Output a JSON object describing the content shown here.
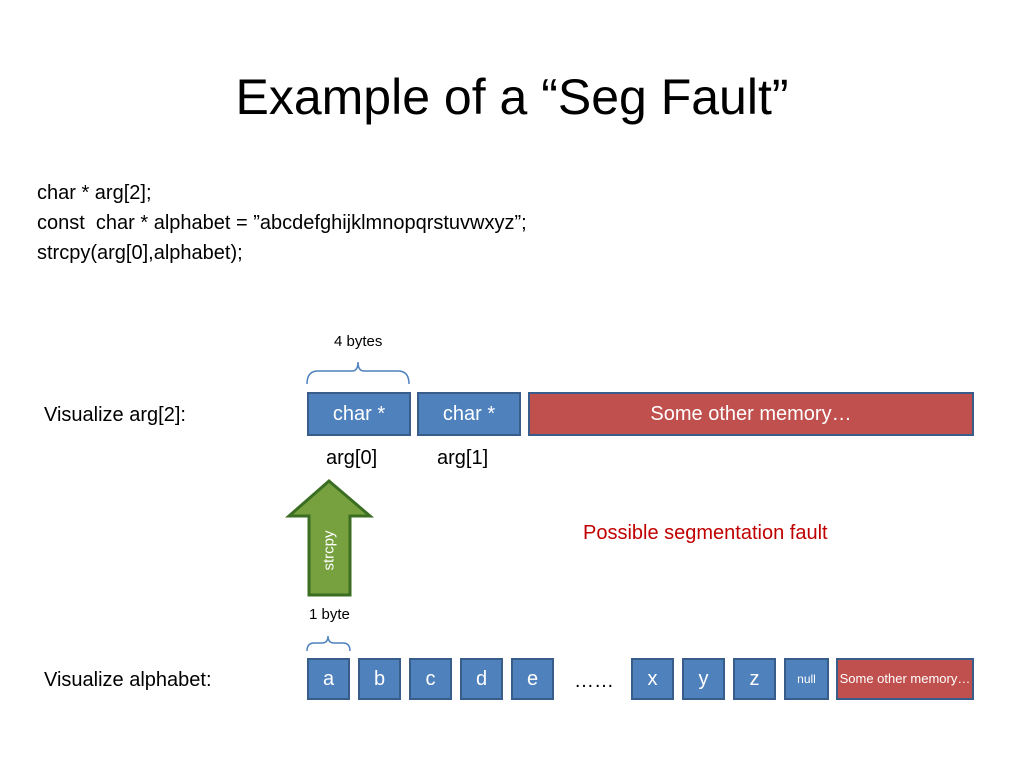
{
  "slide": {
    "title": "Example of a “Seg Fault”"
  },
  "code": {
    "lines": [
      "char * arg[2];",
      "const  char * alphabet = ”abcdefghijklmnopqrstuvwxyz”;",
      "strcpy(arg[0],alphabet);"
    ]
  },
  "arg_visual": {
    "label": "Visualize arg[2]:",
    "brace_label": "4 bytes",
    "cells": [
      "char *",
      "char *"
    ],
    "other_memory": "Some other memory…",
    "index_labels": [
      "arg[0]",
      "arg[1]"
    ]
  },
  "arrow": {
    "label": "strcpy",
    "fill_color": "#77a13f",
    "stroke_color": "#3b6e22"
  },
  "fault_note": "Possible segmentation fault",
  "alphabet_visual": {
    "label": "Visualize alphabet:",
    "brace_label": "1 byte",
    "cells_start": [
      "a",
      "b",
      "c",
      "d",
      "e"
    ],
    "ellipsis": "……",
    "cells_end": [
      "x",
      "y",
      "z"
    ],
    "null_label": "null",
    "other_memory": "Some other memory…"
  },
  "colors": {
    "box_blue": "#4f81bd",
    "box_border": "#385d8a",
    "box_red": "#c0504d",
    "fault_text": "#c00000",
    "brace": "#4f81bd"
  }
}
